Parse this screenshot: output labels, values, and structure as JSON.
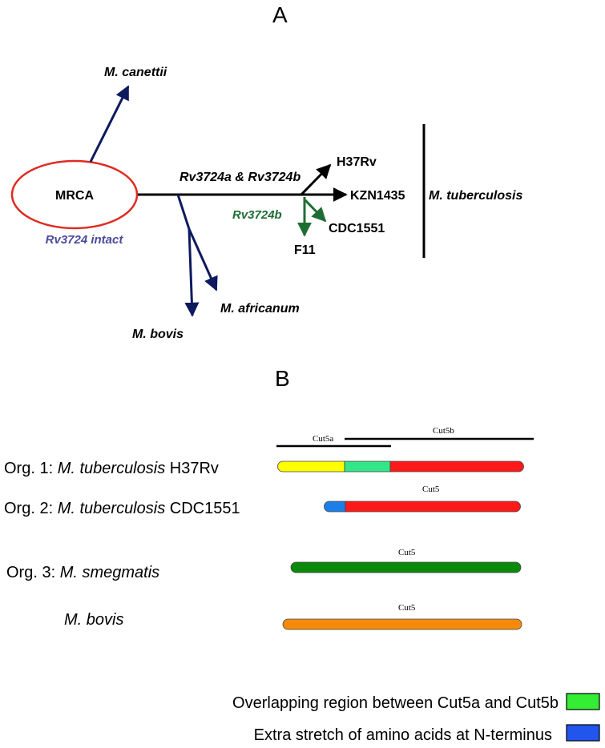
{
  "panel_a": {
    "label": "A",
    "root": "MRCA",
    "root_note": "Rv3724 intact",
    "branch_label": "Rv3724a & Rv3724b",
    "sub_branch_label": "Rv3724b",
    "leaves": {
      "canettii": "M. canettii",
      "bovis": "M. bovis",
      "africanum": "M. africanum",
      "h37rv": "H37Rv",
      "kzn1435": "KZN1435",
      "cdc1551": "CDC1551",
      "f11": "F11"
    },
    "group_label": "M. tuberculosis",
    "colors": {
      "root_ellipse": "#e02a22",
      "blue_branches": "#0e1a5e",
      "root_note_text": "#4a4a9e",
      "green_branches": "#1e6e34",
      "black": "#000000"
    }
  },
  "panel_b": {
    "label": "B",
    "top_segments": {
      "cut5a": "Cut5a",
      "cut5b": "Cut5b"
    },
    "organisms": [
      {
        "prefix": "Org. 1:  ",
        "species": "M. tuberculosis",
        "strain": " H37Rv",
        "cut_label": "",
        "bar_colors": [
          "#ffff00",
          "#33e68a",
          "#ff1a1a"
        ]
      },
      {
        "prefix": "Org. 2: ",
        "species": "M. tuberculosis",
        "strain": " CDC1551",
        "cut_label": "Cut5",
        "bar_colors": [
          "#1a7fe6",
          "#ff1a1a"
        ]
      },
      {
        "prefix": "Org. 3: ",
        "species": "M. smegmatis",
        "strain": "",
        "cut_label": "Cut5",
        "bar_colors": [
          "#0a8a0a"
        ]
      },
      {
        "prefix": "",
        "species": "M. bovis",
        "strain": "",
        "cut_label": "Cut5",
        "bar_colors": [
          "#f58a0a"
        ]
      }
    ],
    "legend": [
      {
        "text": "Overlapping region between Cut5a and Cut5b",
        "color": "#33ee33"
      },
      {
        "text": "Extra stretch of amino acids at N-terminus",
        "color": "#2255ee"
      }
    ]
  }
}
